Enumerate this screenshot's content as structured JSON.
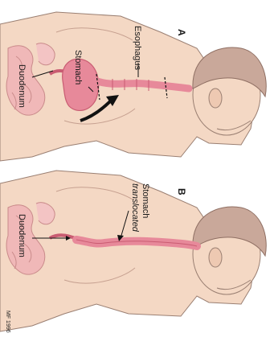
{
  "panel_a": {
    "letter": "A",
    "labels": {
      "esophagus": "Esophagus",
      "stomach": "Stomach",
      "duodenum": "Duodenum"
    }
  },
  "panel_b": {
    "letter": "B",
    "labels": {
      "stomach": "Stomach",
      "translocated": "translocated",
      "duodenum": "Duodenum"
    }
  },
  "signature": "MF 1996",
  "colors": {
    "skin": "#f4d8c4",
    "skin_outline": "#9a7f72",
    "hair": "#c9a89a",
    "organ": "#e7899a",
    "organ_dark": "#c95c72",
    "intestine": "#f0b8b8",
    "arrow": "#111111"
  }
}
